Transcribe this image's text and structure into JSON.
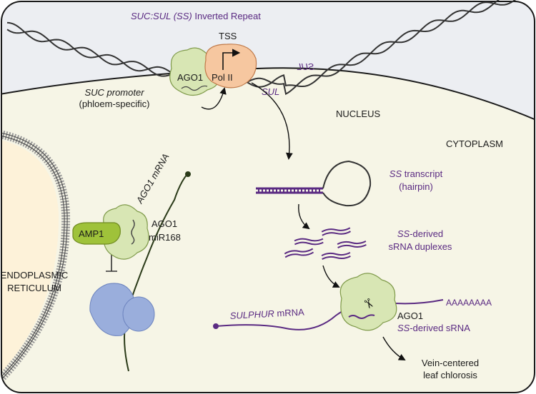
{
  "construct": {
    "italic": "SUC:SUL (SS)",
    "rest": " Inverted Repeat"
  },
  "nucleus_label": "NUCLEUS",
  "cytoplasm_label": "CYTOPLASM",
  "er_label": {
    "line1": "ENDOPLASMIC",
    "line2": "RETICULUM"
  },
  "promoter": {
    "name": "SUC promoter",
    "note": "(phloem-specific)"
  },
  "tss_label": "TSS",
  "pol2_label": "Pol II",
  "ago1_label": "AGO1",
  "sul_label": "SUL",
  "ago1_mrna": "AGO1 mRNA",
  "amp1_label": "AMP1",
  "mir168_label": "miR168",
  "transcript": {
    "italic": "SS",
    "rest": " transcript",
    "note": "(hairpin)"
  },
  "duplexes": {
    "italic": "SS",
    "rest": "-derived",
    "line2": "sRNA duplexes"
  },
  "sulphur_mrna": {
    "italic": "SULPHUR",
    "rest": " mRNA"
  },
  "polya": "AAAAAAAA",
  "ago1_srna": {
    "italic": "SS",
    "rest": "-derived sRNA"
  },
  "outcome": {
    "line1": "Vein-centered",
    "line2": "leaf chlorosis"
  },
  "colors": {
    "nucleus": "#eceef2",
    "cytoplasm": "#f6f5e6",
    "er": "#fdf2d9",
    "ago1": "#d8e6b4",
    "ago1_stroke": "#7f9a4a",
    "pol2": "#f6c7a0",
    "amp1": "#9fc23a",
    "ribosome": "#9aaedc",
    "purple": "#5a2a82",
    "magenta": "#c2288f",
    "cyan": "#3fb8d8"
  }
}
